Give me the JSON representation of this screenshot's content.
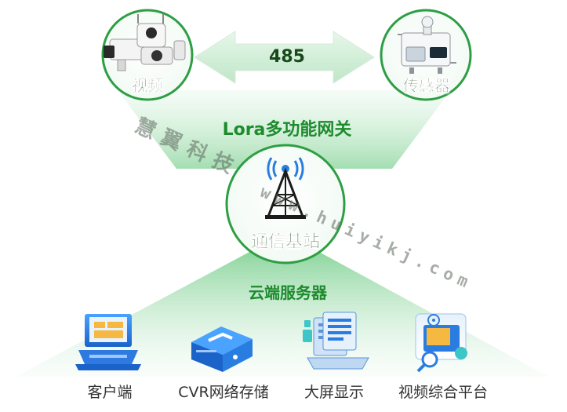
{
  "top": {
    "left_label": "视频",
    "right_label": "传感器",
    "link_label": "485"
  },
  "gateway": {
    "title": "Lora多功能网关"
  },
  "station": {
    "label": "通信基站"
  },
  "server": {
    "title": "云端服务器"
  },
  "clients": [
    {
      "label": "客户端",
      "icon": "computer-icon"
    },
    {
      "label": "CVR网络存储",
      "icon": "storage-device-icon"
    },
    {
      "label": "大屏显示",
      "icon": "large-screen-icon"
    },
    {
      "label": "视频综合平台",
      "icon": "video-platform-icon"
    }
  ],
  "watermark": {
    "brand": "慧翼科技",
    "url": "www.huiyikj.com"
  },
  "colors": {
    "green": "#1d8b2e",
    "light_green": "#c9edd2",
    "circle_border": "#2e9e44",
    "blue": "#2a7de0"
  }
}
